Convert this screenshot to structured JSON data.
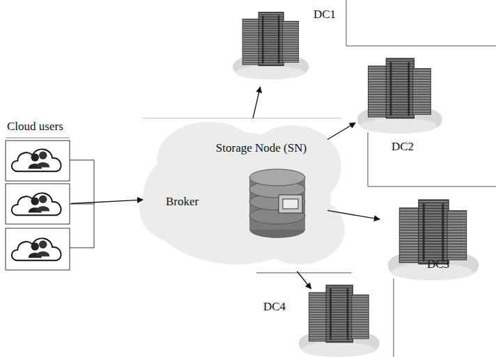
{
  "diagram": {
    "nodes": [
      {
        "text": [
          "Cloud users"
        ]
      },
      {
        "text": [
          "Broker"
        ]
      },
      {
        "text": [
          "Storage Node (SN)"
        ],
        "in": 1
      },
      {
        "text": [
          "DC1"
        ]
      },
      {
        "text": [
          "DC2"
        ]
      },
      {
        "text": [
          "DC3"
        ]
      },
      {
        "text": [
          "DC4"
        ]
      }
    ],
    "edges": [
      {
        "from": 0,
        "to": 1,
        "arrow": "to"
      },
      {
        "from": 1,
        "to": 3,
        "arrow": "to"
      },
      {
        "from": 1,
        "to": 4,
        "arrow": "to"
      },
      {
        "from": 1,
        "to": 5,
        "arrow": "to"
      },
      {
        "from": 1,
        "to": 6,
        "arrow": "to"
      }
    ]
  }
}
